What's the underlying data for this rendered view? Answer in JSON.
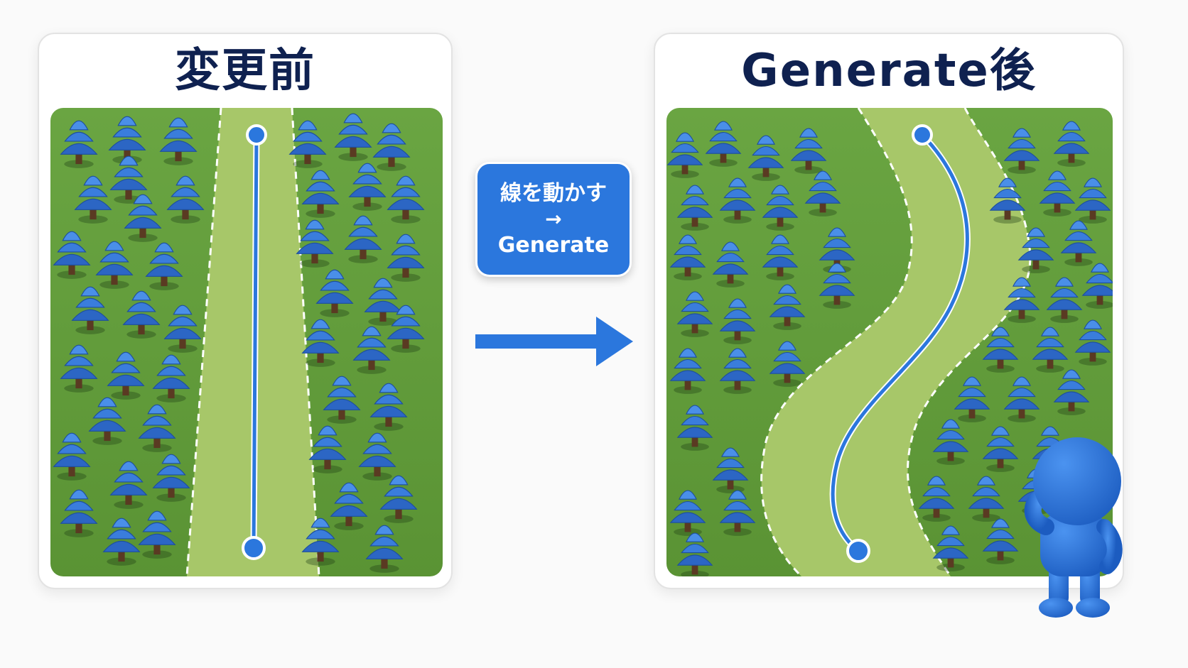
{
  "before_card": {
    "title": "変更前"
  },
  "after_card": {
    "title": "Generate後"
  },
  "action_label": {
    "line1": "線を動かす",
    "arrow": "→",
    "line2": "Generate"
  },
  "colors": {
    "title_text": "#0f2150",
    "accent_blue": "#2b77dd",
    "grass": "#5f9a3a",
    "path": "#a9c96a",
    "tree_blue": "#2f6fd0",
    "trunk": "#5a3a22"
  },
  "icons": {
    "arrow": "right-arrow-icon",
    "figure": "blue-figure-thinking",
    "tree": "pine-tree-icon"
  }
}
